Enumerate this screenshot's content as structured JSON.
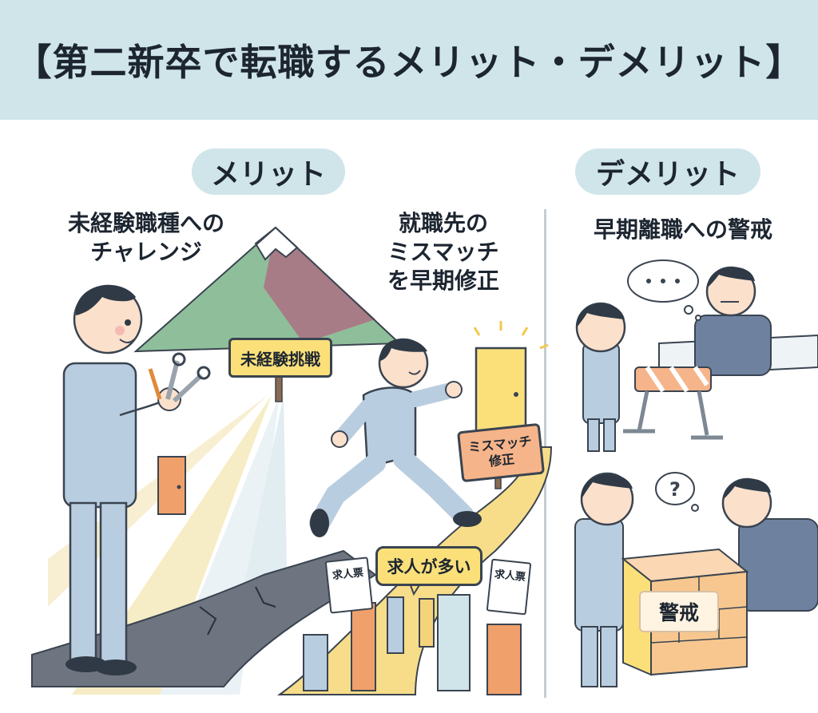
{
  "header": {
    "title": "【第二新卒で転職するメリット・デメリット】"
  },
  "sections": {
    "merit_label": "メリット",
    "demerit_label": "デメリット"
  },
  "captions": {
    "challenge": [
      "未経験職種への",
      "チャレンジ"
    ],
    "mismatch": [
      "就職先の",
      "ミスマッチ",
      "を早期修正"
    ],
    "caution": "早期離職への警戒"
  },
  "signs": {
    "challenge": "未経験挑戦",
    "mismatch": [
      "ミスマッチ",
      "修正"
    ],
    "jobs_bubble": "求人が多い",
    "job_form": "求人票",
    "caution": "警戒"
  },
  "icons": {
    "thought_bubble": "thought-bubble-icon",
    "question_bubble": "question-mark-icon"
  },
  "colors": {
    "header_bg": "#cfe5ea",
    "suit": "#b9cde0",
    "sign_yellow": "#fbe07a",
    "sign_orange": "#f6b48a"
  }
}
